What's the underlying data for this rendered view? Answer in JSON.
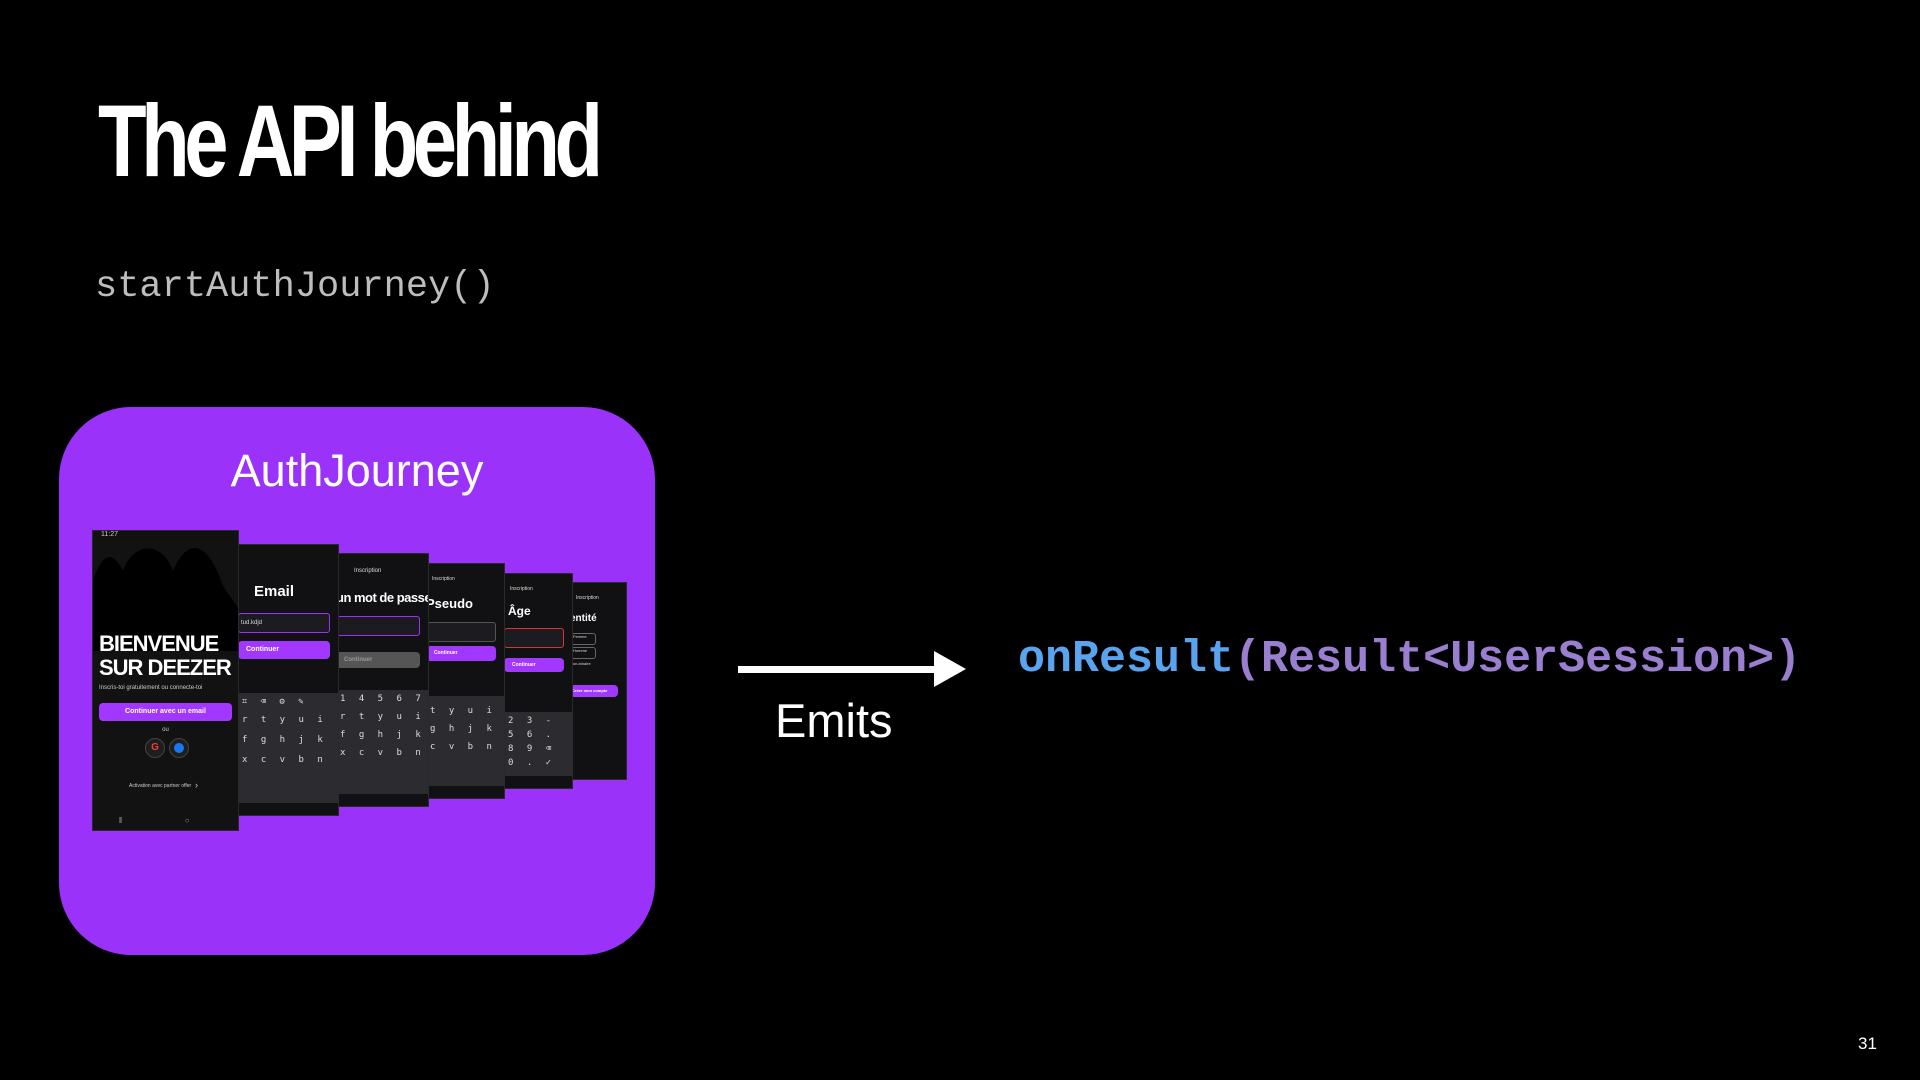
{
  "slide": {
    "title": "The API behind",
    "function_call": "startAuthJourney()",
    "card_label": "AuthJourney",
    "arrow_label": "Emits",
    "code_callback": "onResult",
    "code_signature": "(Result<UserSession>)",
    "page_number": "31"
  },
  "phones": {
    "welcome": {
      "status_time": "11:27",
      "heading_line1": "BIENVENUE",
      "heading_line2": "SUR DEEZER",
      "subtitle": "Inscris-toi gratuitement ou connecte-toi",
      "primary_button": "Continuer avec un email",
      "or_label": "ou",
      "partner_link": "Activation avec partner offer"
    },
    "email": {
      "title": "Email",
      "field_value": "tud.kdjd",
      "button": "Continuer"
    },
    "password": {
      "header": "Inscription",
      "title": "un mot de passe",
      "button": "Continuer"
    },
    "pseudo": {
      "header": "Inscription",
      "title": "Pseudo",
      "button": "Continuer"
    },
    "age": {
      "header": "Inscription",
      "title": "Âge",
      "button": "Continuer"
    },
    "identity": {
      "header": "Inscription",
      "title": "entité",
      "option1": "Femme",
      "option2": "Homme",
      "option3": "Non-binaire",
      "button": "Créer mon compte"
    }
  },
  "colors": {
    "background": "#000000",
    "card": "#9b32f9",
    "accent_button": "#a238ff",
    "code_blue": "#5aa3ef",
    "code_purple": "#9a7fd0",
    "function_gray": "#bdbdbd"
  }
}
